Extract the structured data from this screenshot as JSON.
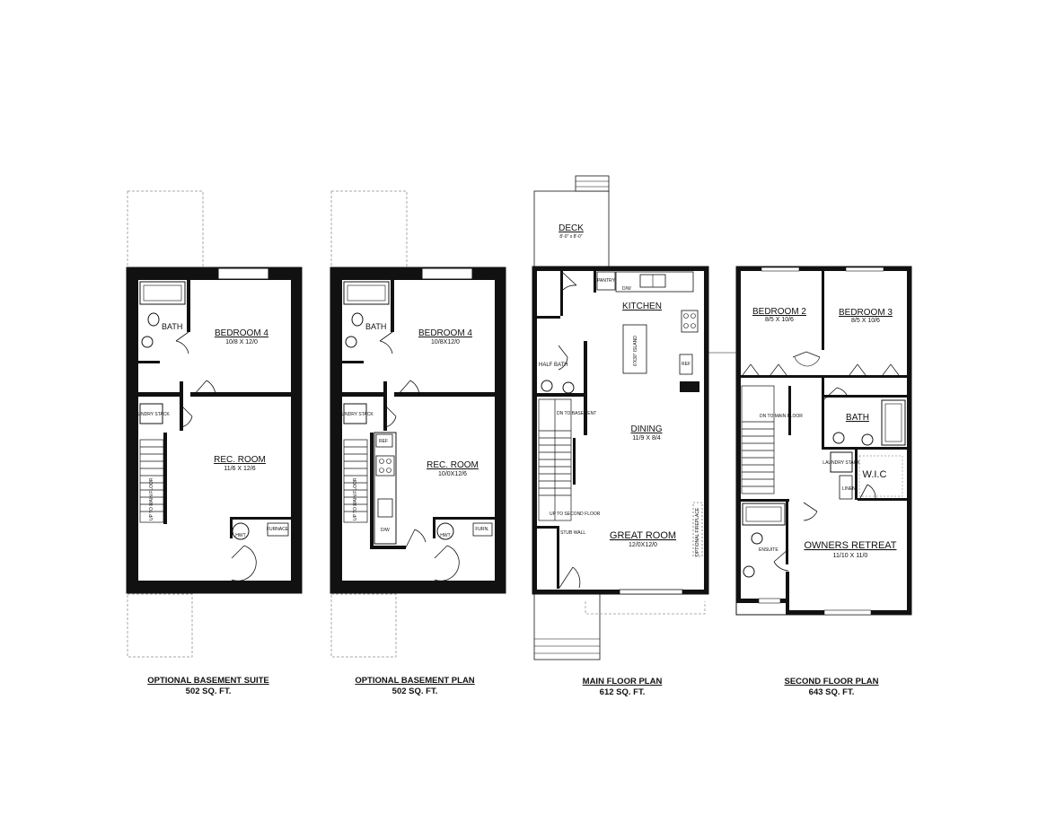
{
  "plans": [
    {
      "id": "suite",
      "title": "OPTIONAL BASEMENT SUITE",
      "area": "502 SQ. FT.",
      "rooms": {
        "bath": "BATH",
        "bedroom": "BEDROOM 4",
        "bedroom_dim": "10/8 X 12/0",
        "laundry": "LAUNDRY STACK",
        "rec": "REC. ROOM",
        "rec_dim": "11/6 X 12/6",
        "furnace": "FURNACE",
        "hwt": "HWT",
        "up": "UP TO MAIN FLOOR"
      }
    },
    {
      "id": "basement",
      "title": "OPTIONAL BASEMENT PLAN",
      "area": "502 SQ. FT.",
      "rooms": {
        "bath": "BATH",
        "bedroom": "BEDROOM 4",
        "bedroom_dim": "10/8X12/0",
        "laundry": "LAUNDRY STACK",
        "rec": "REC. ROOM",
        "rec_dim": "10/0X12/6",
        "ref": "REF",
        "dw": "D/W",
        "furnace": "FURN.",
        "hwt": "HWT",
        "up": "UP TO MAIN FLOOR"
      }
    },
    {
      "id": "main",
      "title": "MAIN FLOOR PLAN",
      "area": "612 SQ. FT.",
      "rooms": {
        "deck": "DECK",
        "deck_dim": "8'-0\" x 8'-0\"",
        "pantry": "PANTRY",
        "dw": "D/W",
        "kitchen": "KITCHEN",
        "island": "6'X30\" ISLAND",
        "half_bath": "HALF BATH",
        "ref": "REF",
        "dining": "DINING",
        "dining_dim": "11/9 X 8/4",
        "dn": "DN TO BASEMENT",
        "up": "UP TO SECOND FLOOR",
        "great": "GREAT ROOM",
        "great_dim": "12/0X12/0",
        "fireplace": "OPTIONAL FIREPLACE",
        "stub": "STUB WALL"
      }
    },
    {
      "id": "second",
      "title": "SECOND FLOOR PLAN",
      "area": "643 SQ. FT.",
      "rooms": {
        "bed2": "BEDROOM 2",
        "bed2_dim": "8/5 X 10/6",
        "bed3": "BEDROOM 3",
        "bed3_dim": "8/5 X 10/6",
        "dn": "DN TO MAIN FLOOR",
        "bath": "BATH",
        "laundry": "LAUNDRY STACK",
        "linen": "LINEN",
        "wic": "W.I.C",
        "ensuite": "ENSUITE",
        "owners": "OWNERS RETREAT",
        "owners_dim": "11/10 X 11/0"
      }
    }
  ]
}
